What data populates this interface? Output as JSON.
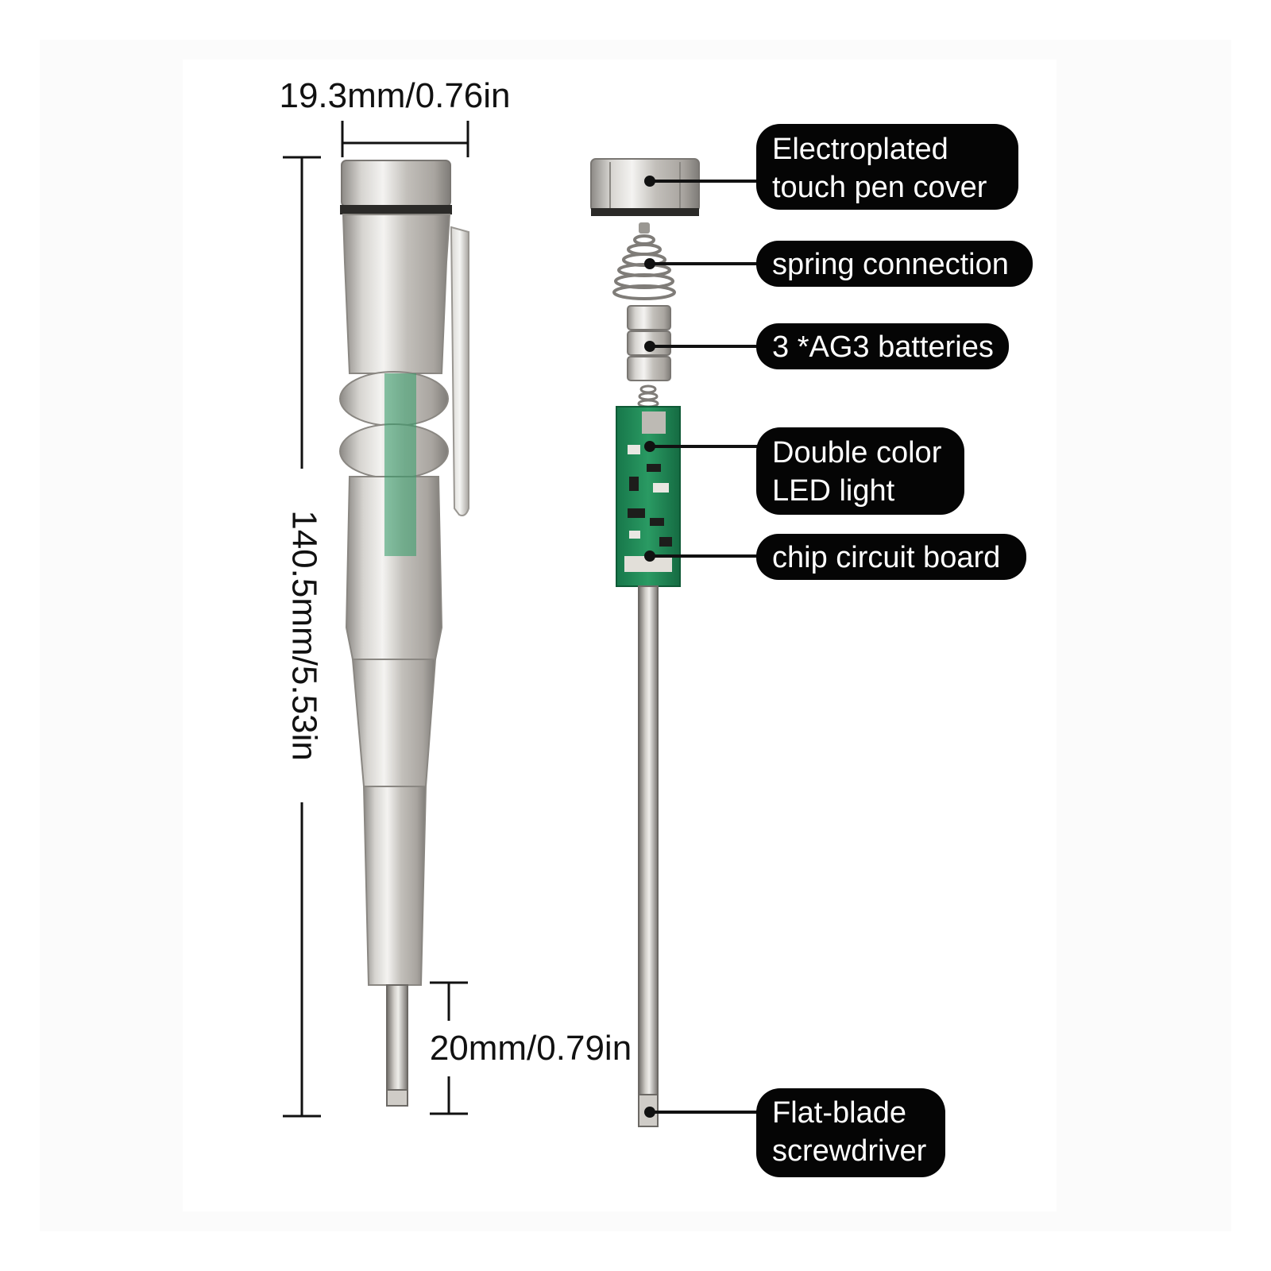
{
  "dimensions": {
    "width": "19.3mm/0.76in",
    "length": "140.5mm/5.53in",
    "blade": "20mm/0.79in"
  },
  "callouts": [
    {
      "lines": [
        "Electroplated",
        "touch pen cover"
      ]
    },
    {
      "lines": [
        "spring connection"
      ]
    },
    {
      "lines": [
        "3 *AG3 batteries"
      ]
    },
    {
      "lines": [
        "Double color",
        "LED light"
      ]
    },
    {
      "lines": [
        "chip circuit board"
      ]
    },
    {
      "lines": [
        "Flat-blade",
        "screwdriver"
      ]
    }
  ],
  "colors": {
    "background": "#ffffff",
    "callout_bg": "#050505",
    "callout_text": "#ffffff",
    "metal": "#b9b6b0",
    "pcb": "#1f8a55"
  }
}
